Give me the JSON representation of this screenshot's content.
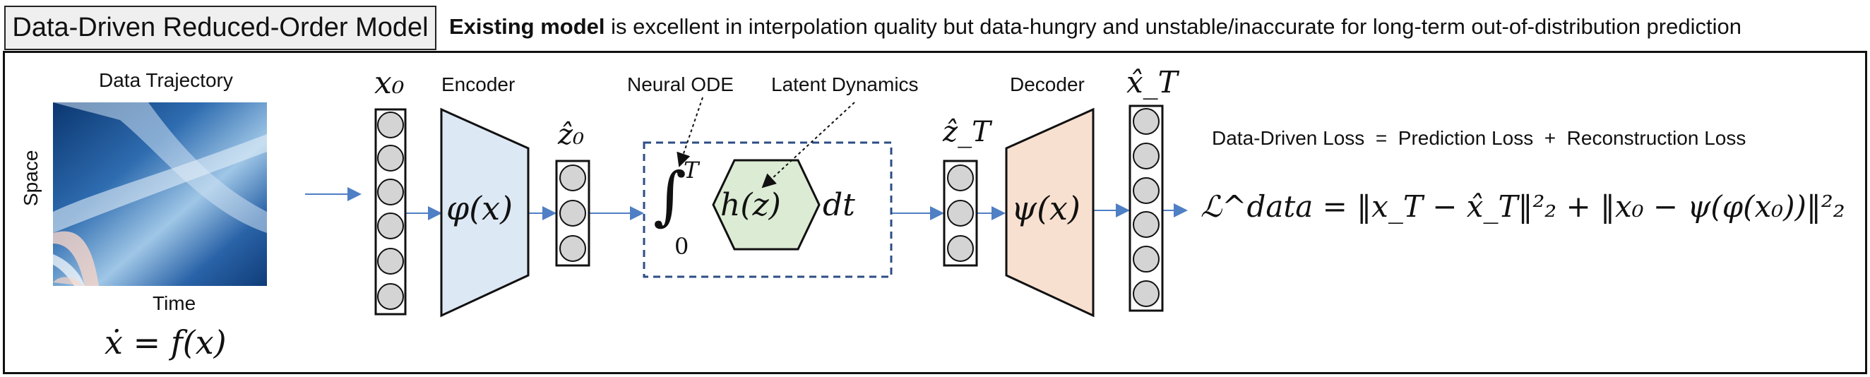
{
  "header": {
    "title": "Data-Driven Reduced-Order Model",
    "subtitle_bold": "Existing model",
    "subtitle_rest": " is excellent in interpolation quality but data-hungry and unstable/inaccurate for long-term out-of-distribution prediction"
  },
  "trajectory": {
    "title": "Data Trajectory",
    "ylabel": "Space",
    "xlabel": "Time",
    "equation": "ẋ = f(x)"
  },
  "pipeline": {
    "x0": "x₀",
    "encoder_label": "Encoder",
    "encoder_func": "φ(x)",
    "z0_hat": "ẑ₀",
    "neural_ode_label": "Neural ODE",
    "latent_label": "Latent Dynamics",
    "integral_upper": "T",
    "integral_lower": "0",
    "latent_func": "h(z)",
    "dt": "dt",
    "zT_hat": "ẑ_T",
    "decoder_label": "Decoder",
    "decoder_func": "ψ(x)",
    "xT_hat": "x̂_T"
  },
  "loss": {
    "words": "Data-Driven Loss  =  Prediction Loss  +  Reconstruction Loss",
    "formula": "ℒ^data = ‖x_T − x̂_T‖²₂ + ‖x₀ − ψ(φ(x₀))‖²₂"
  },
  "colors": {
    "encoder_fill": "#dde8f5",
    "decoder_fill": "#f8e0d0",
    "latent_fill": "#dcebd4",
    "node_fill": "#d4d4d4",
    "arrow": "#4f7fc4",
    "dashed": "#2e4d85"
  }
}
